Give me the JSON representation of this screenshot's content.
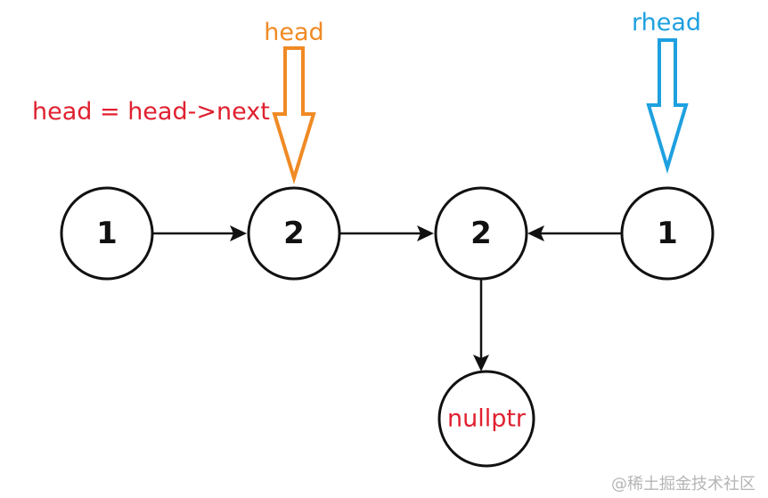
{
  "nodes": [
    {
      "id": "n1",
      "value": "1"
    },
    {
      "id": "n2",
      "value": "2"
    },
    {
      "id": "n3",
      "value": "2"
    },
    {
      "id": "n4",
      "value": "1"
    },
    {
      "id": "n5",
      "value": "nullptr"
    }
  ],
  "edges": [
    {
      "from": "n1",
      "to": "n2"
    },
    {
      "from": "n2",
      "to": "n3"
    },
    {
      "from": "n4",
      "to": "n3"
    },
    {
      "from": "n3",
      "to": "n5"
    }
  ],
  "pointers": {
    "head": {
      "label": "head",
      "target": "n2",
      "color": "#f08a24"
    },
    "rhead": {
      "label": "rhead",
      "target": "n4",
      "color": "#1ea0e0"
    }
  },
  "annotation": {
    "text": "head = head->next",
    "color": "#e0202f"
  },
  "null_label_color": "#e0202f",
  "watermark": "@稀土掘金技术社区"
}
